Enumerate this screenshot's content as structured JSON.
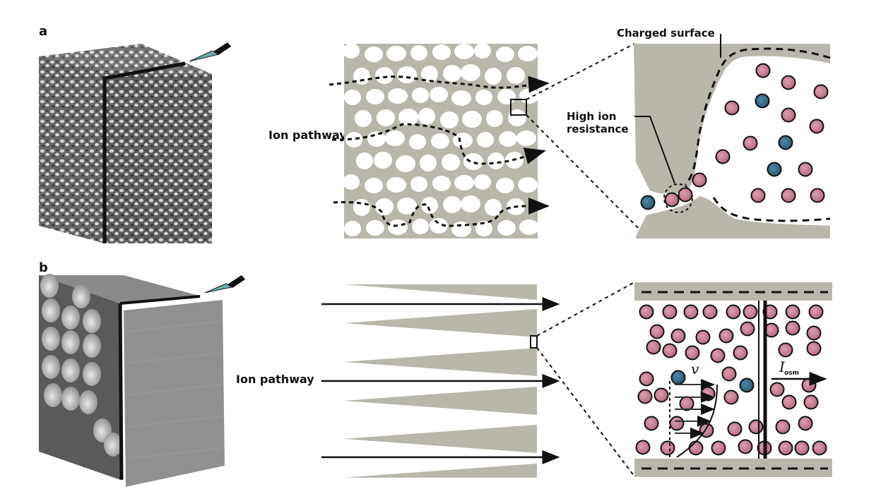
{
  "panels": [
    {
      "id": "a",
      "letter": "a",
      "structure": "random porous network",
      "ion_pathway_label": "Ion pathway",
      "callouts": {
        "charged_surface": "Charged surface",
        "high_ion_resistance_line1": "High ion",
        "high_ion_resistance_line2": "resistance"
      },
      "icons": [
        "knife-icon",
        "porous-cube",
        "zoom-box"
      ]
    },
    {
      "id": "b",
      "letter": "b",
      "structure": "aligned conical nanochannels",
      "ion_pathway_label": "Ion pathway",
      "callouts": {
        "velocity_symbol": "v",
        "current_symbol": "I",
        "current_subscript": "osm"
      },
      "icons": [
        "knife-icon",
        "channel-block",
        "zoom-box"
      ]
    }
  ],
  "colors": {
    "matrix_gray": "#b9b7ab",
    "cation_pink": "#c47a8e",
    "anion_blue": "#3a6d88",
    "outline": "#111111",
    "knife_blade": "#6fa9a8"
  }
}
